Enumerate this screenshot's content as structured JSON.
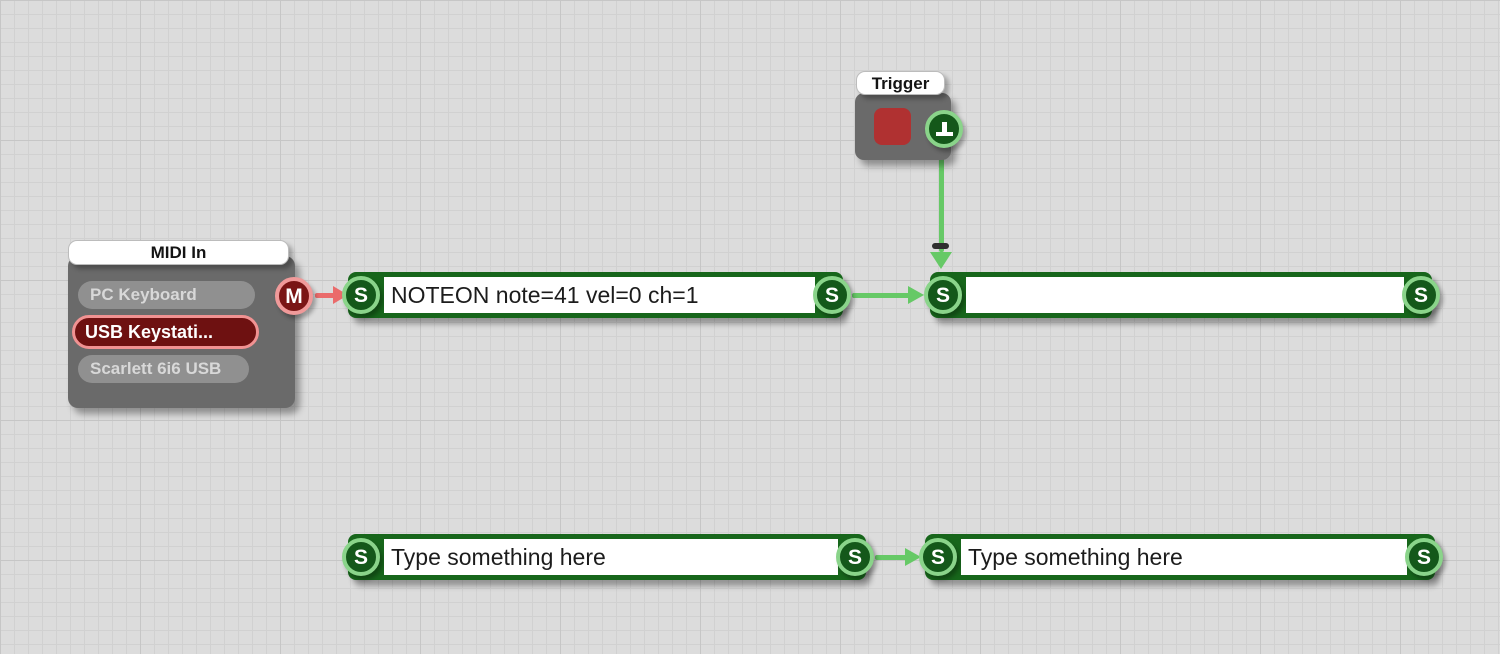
{
  "trigger_node": {
    "title": "Trigger",
    "connector_icon": "trigger-pulse-icon"
  },
  "midi_in_node": {
    "title": "MIDI In",
    "connector_symbol": "M",
    "devices": [
      {
        "label": "PC Keyboard",
        "selected": false
      },
      {
        "label": "USB Keystati...",
        "selected": true
      },
      {
        "label": "Scarlett 6i6 USB",
        "selected": false
      }
    ]
  },
  "string_nodes": [
    {
      "value": "NOTEON note=41 vel=0 ch=1",
      "left_connector": "S",
      "right_connector": "S"
    },
    {
      "value": "",
      "left_connector": "S",
      "right_connector": "S"
    },
    {
      "value": "Type something here",
      "left_connector": "S",
      "right_connector": "S"
    },
    {
      "value": "Type something here",
      "left_connector": "S",
      "right_connector": "S"
    }
  ],
  "colors": {
    "background": "#dcdcdc",
    "node_green": "#17661b",
    "connector_green": "#14581a",
    "connector_ring_green": "#8ad48a",
    "arrow_green": "#66c966",
    "module_gray": "#6a6a6a",
    "pill_gray": "#909090",
    "selected_device_red": "#6e1111",
    "selected_device_ring": "#f19292",
    "connector_red": "#7a1515",
    "arrow_red": "#ea6b6b",
    "trigger_button_red": "#b03131"
  }
}
